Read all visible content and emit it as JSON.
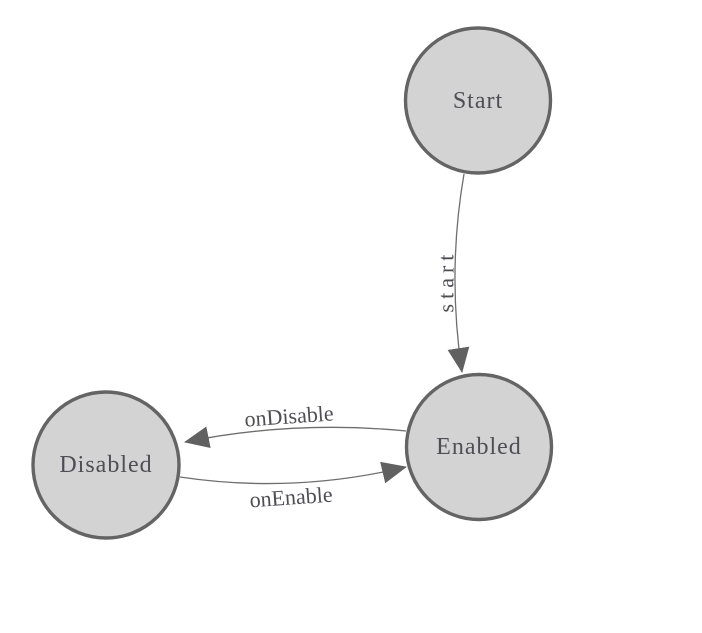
{
  "diagram": {
    "kind": "state-machine",
    "nodes": {
      "start": {
        "label": "Start"
      },
      "enabled": {
        "label": "Enabled"
      },
      "disabled": {
        "label": "Disabled"
      }
    },
    "edges": {
      "start_transition": {
        "label": "start",
        "from": "Start",
        "to": "Enabled"
      },
      "on_disable": {
        "label": "onDisable",
        "from": "Enabled",
        "to": "Disabled"
      },
      "on_enable": {
        "label": "onEnable",
        "from": "Disabled",
        "to": "Enabled"
      }
    },
    "colors": {
      "background": "#ffffff",
      "node_fill": "#d3d3d3",
      "node_stroke": "#646464",
      "edge_stroke": "#6e6e6e",
      "arrow_fill": "#616161",
      "label_text": "#4e4e55"
    }
  }
}
